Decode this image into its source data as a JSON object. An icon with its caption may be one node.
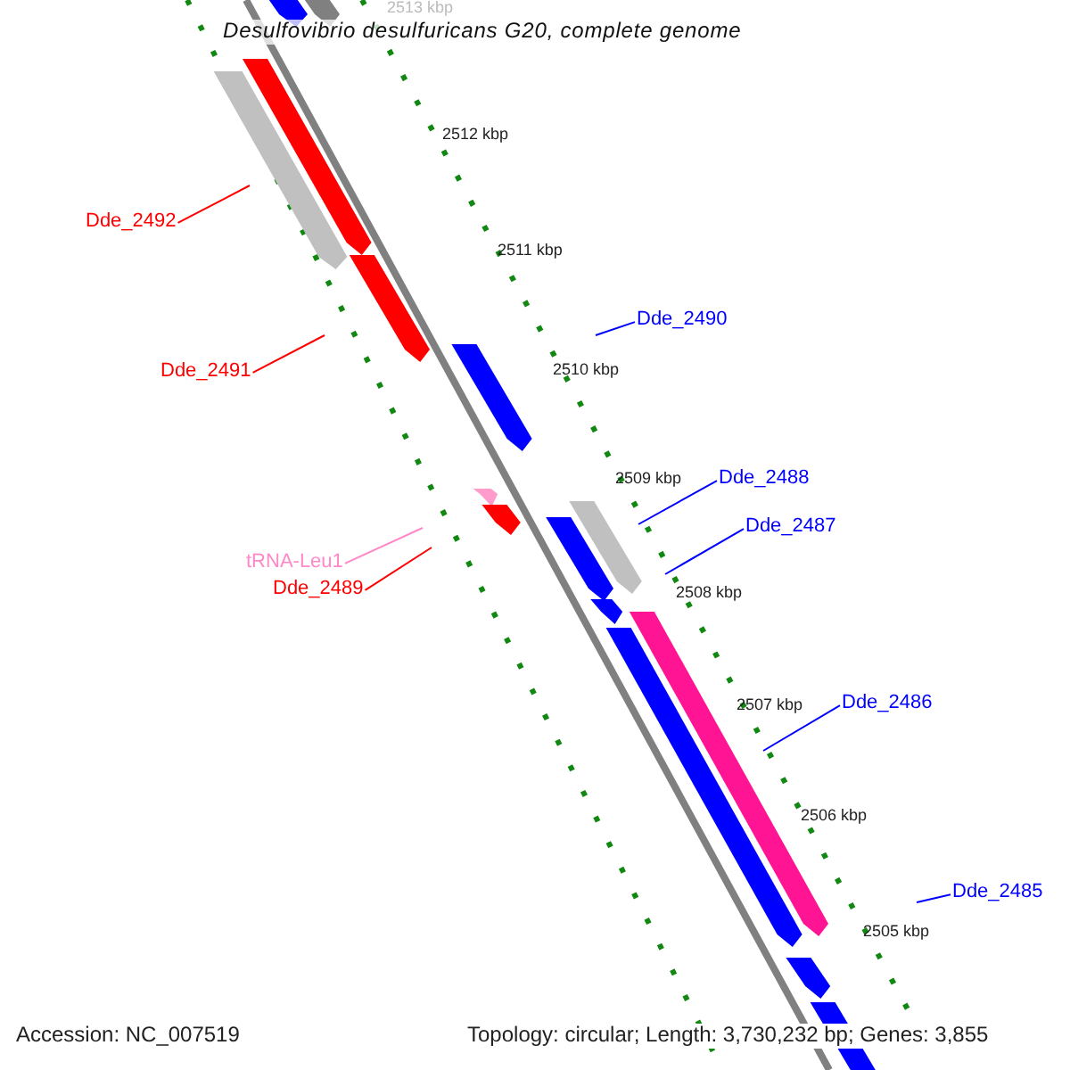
{
  "diagram": {
    "title": "Desulfovibrio desulfuricans G20, complete genome",
    "nodes": [
      {
        "text": [
          "Dde_2492"
        ]
      },
      {
        "text": [
          "Dde_2491"
        ]
      },
      {
        "text": [
          "Dde_2490"
        ]
      },
      {
        "text": [
          "tRNA-Leu1"
        ]
      },
      {
        "text": [
          "Dde_2489"
        ]
      },
      {
        "text": [
          "Dde_2488"
        ]
      },
      {
        "text": [
          "Dde_2487"
        ]
      },
      {
        "text": [
          "Dde_2486"
        ]
      },
      {
        "text": [
          "Dde_2485"
        ]
      }
    ],
    "edges": [
      {
        "from": 0,
        "to": null,
        "arrow": "none",
        "color": "#ff0000"
      },
      {
        "from": 1,
        "to": null,
        "arrow": "none",
        "color": "#ff0000"
      },
      {
        "from": 2,
        "to": null,
        "arrow": "none"
      },
      {
        "from": 3,
        "to": null,
        "arrow": "none",
        "color": "#ff88c8"
      },
      {
        "from": 4,
        "to": null,
        "arrow": "none",
        "color": "#ff0000"
      },
      {
        "from": 5,
        "to": null,
        "arrow": "none"
      },
      {
        "from": 6,
        "to": null,
        "arrow": "none"
      },
      {
        "from": 7,
        "to": null,
        "arrow": "none"
      },
      {
        "from": 8,
        "to": null,
        "arrow": "none"
      }
    ],
    "labels": [
      "2513 kbp",
      "2512 kbp",
      "2511 kbp",
      "2510 kbp",
      "2509 kbp",
      "2508 kbp",
      "2507 kbp",
      "2506 kbp",
      "2505 kbp",
      "Accession: NC_007519",
      "Topology: circular; Length: 3,730,232 bp; Genes: 3,855"
    ]
  }
}
